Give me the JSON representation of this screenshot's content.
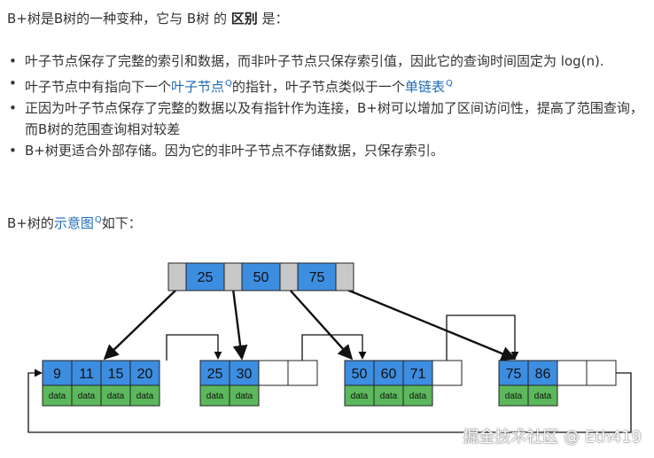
{
  "intro": {
    "prefix": "B+树是B树的一种变种，它与 B树 的 ",
    "bold": "区别",
    "suffix": " 是："
  },
  "points": [
    {
      "text": "叶子节点保存了完整的索引和数据，而非叶子节点只保存索引值，因此它的查询时间固定为 log(n)."
    },
    {
      "pre": "叶子节点中有指向下一个",
      "link1": "叶子节点",
      "mid": "的指针，叶子节点类似于一个",
      "link2": "单链表"
    },
    {
      "text": "正因为叶子节点保存了完整的数据以及有指针作为连接，B+树可以增加了区间访问性，提高了范围查询，而B树的范围查询相对较差"
    },
    {
      "text": "B+树更适合外部存储。因为它的非叶子节点不存储数据，只保存索引。"
    }
  ],
  "caption": {
    "pre": "B+树的",
    "link": "示意图",
    "post": "如下："
  },
  "search_glyph": "Q",
  "diagram": {
    "root_keys": [
      "25",
      "50",
      "75"
    ],
    "leaves": [
      {
        "keys": [
          "9",
          "11",
          "15",
          "20"
        ],
        "empty": 0
      },
      {
        "keys": [
          "25",
          "30"
        ],
        "empty": 2
      },
      {
        "keys": [
          "50",
          "60",
          "71"
        ],
        "empty": 1
      },
      {
        "keys": [
          "75",
          "86"
        ],
        "empty": 2
      }
    ],
    "data_label": "data",
    "colors": {
      "key": "#3d8de0",
      "data": "#5cb85c",
      "pointer": "#c8c8c8"
    }
  },
  "watermark": "掘金技术社区 @ Eth419"
}
